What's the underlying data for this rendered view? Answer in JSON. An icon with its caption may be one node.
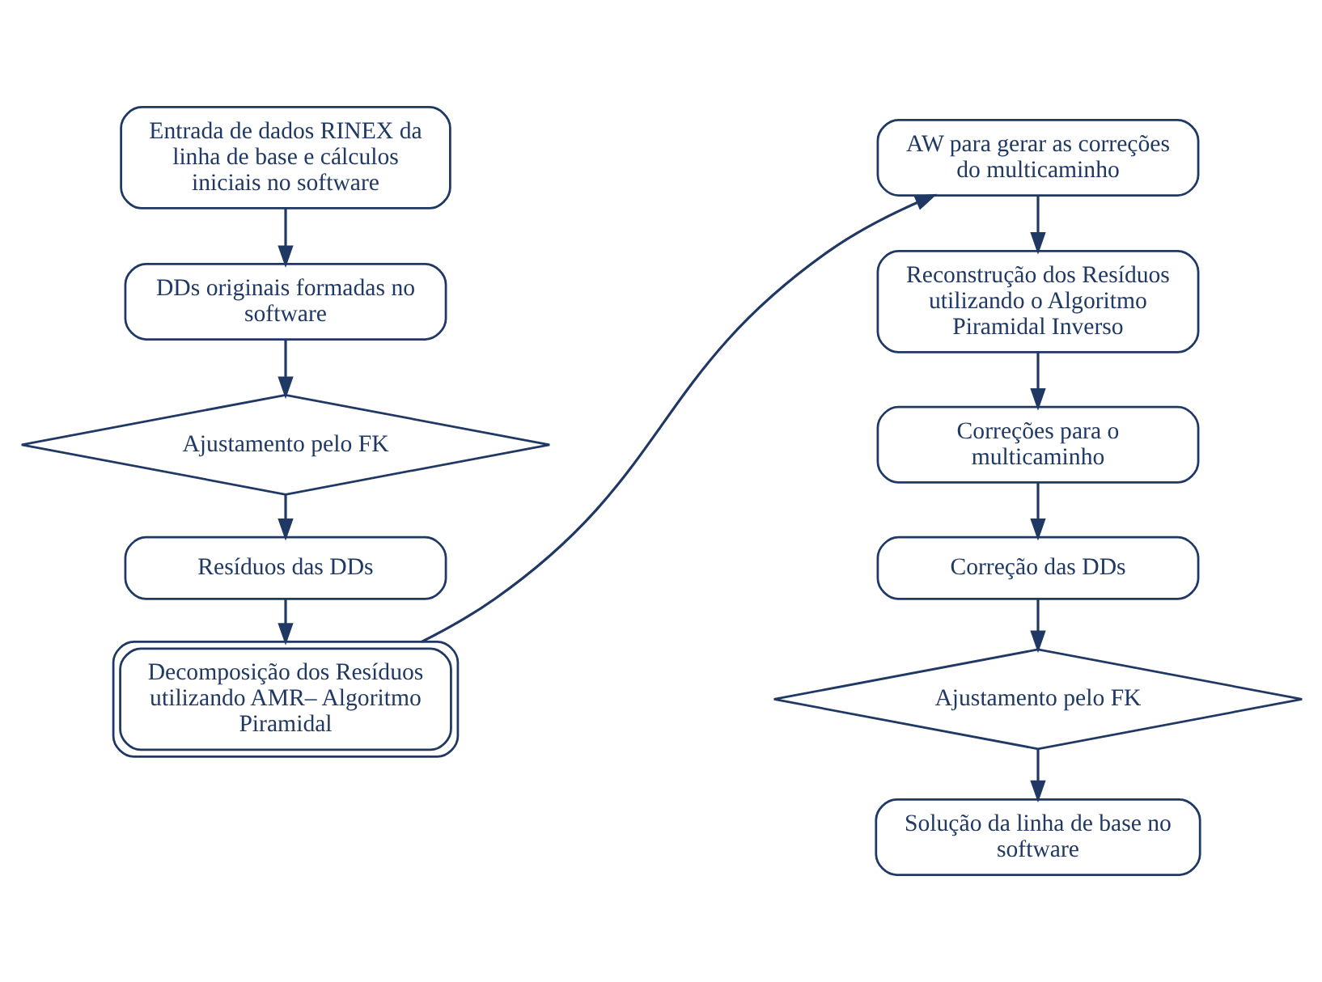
{
  "diagram": {
    "nodes": [
      {
        "text": [
          "Entrada de dados RINEX da linha de base e cálculos iniciais no software"
        ]
      },
      {
        "text": [
          "DDs originais formadas no software"
        ]
      },
      {
        "text": [
          "Ajustamento pelo FK"
        ]
      },
      {
        "text": [
          "Resíduos das DDs"
        ]
      },
      {
        "text": [
          "Decomposição dos Resíduos utilizando AMR– Algoritmo Piramidal"
        ]
      },
      {
        "text": [
          "AW para gerar as correções do multicaminho"
        ]
      },
      {
        "text": [
          "Reconstrução dos Resíduos utilizando o Algoritmo Piramidal Inverso"
        ]
      },
      {
        "text": [
          "Correções para o multicaminho"
        ]
      },
      {
        "text": [
          "Correção das DDs"
        ]
      },
      {
        "text": [
          "Ajustamento pelo FK"
        ]
      },
      {
        "text": [
          "Solução da linha de base no software"
        ]
      }
    ],
    "edges": [
      {
        "from": 0,
        "to": 1,
        "arrow": "to"
      },
      {
        "from": 1,
        "to": 2,
        "arrow": "to"
      },
      {
        "from": 2,
        "to": 3,
        "arrow": "to"
      },
      {
        "from": 3,
        "to": 4,
        "arrow": "to"
      },
      {
        "from": 4,
        "to": 5,
        "arrow": "to"
      },
      {
        "from": 5,
        "to": 6,
        "arrow": "to"
      },
      {
        "from": 6,
        "to": 7,
        "arrow": "to"
      },
      {
        "from": 7,
        "to": 8,
        "arrow": "to"
      },
      {
        "from": 8,
        "to": 9,
        "arrow": "to"
      },
      {
        "from": 9,
        "to": 10,
        "arrow": "to"
      }
    ]
  }
}
